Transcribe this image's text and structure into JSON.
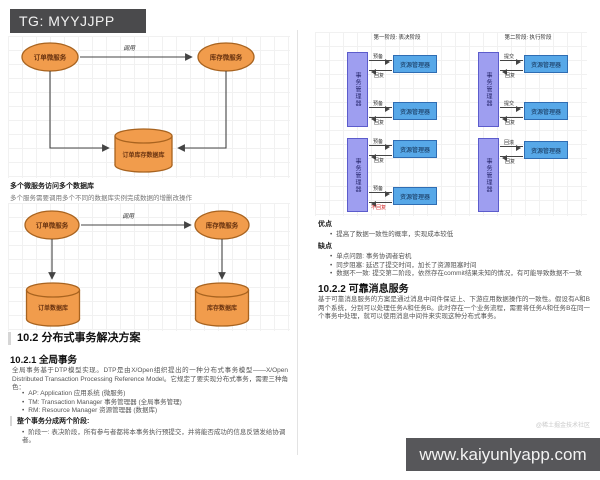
{
  "banners": {
    "top": "TG: MYYJJPP",
    "bottom": "www.kaiyunlyapp.com",
    "community_watermark": "@稀土掘金技术社区"
  },
  "colors": {
    "node_orange": "#f19c4c",
    "node_orange_border": "#a8631f",
    "tm_purple": "#9e9ef0",
    "tm_purple_border": "#5c5ccc",
    "rm_blue": "#57a8e8",
    "rm_blue_border": "#2f6db3",
    "error_red": "#d22222",
    "banner_bg": "#4a4a4c"
  },
  "left_page": {
    "diagram_shared_db": {
      "service_a": "订单微服务",
      "service_b": "库存微服务",
      "call_label": "调用",
      "database": "订单库存数据库"
    },
    "multi_db_heading": "多个微服务访问多个数据库",
    "multi_db_text": "多个服务需要调用多个不同的数据库实例完成数据的增删改操作",
    "diagram_multi_db": {
      "service_a": "订单微服务",
      "service_b": "库存微服务",
      "call_label": "调用",
      "database_a": "订单数据库",
      "database_b": "库存数据库"
    },
    "section_title": "10.2 分布式事务解决方案",
    "global_tx": {
      "title": "10.2.1 全局事务",
      "intro": "全局事务基于DTP模型实现。DTP是由X/Open组织提出的一种分布式事务模型——X/Open Distributed Transaction Processing Reference Model。它规定了要实现分布式事务，需要三种角色：",
      "roles": [
        "AP: Application 应用系统 (微服务)",
        "TM: Transaction Manager 事务管理器 (全局事务管理)",
        "RM: Resource Manager 资源管理器 (数据库)"
      ],
      "phases_heading": "整个事务分成两个阶段:",
      "phase_items": [
        "阶段一: 表决阶段，所有参与者都将本事务执行预提交，并将能否成功的信息反馈发给协调者。"
      ]
    }
  },
  "right_page": {
    "phase1_title": "第一阶段: 表决阶段",
    "phase2_title": "第二阶段: 执行阶段",
    "tm_label": "事务管理器",
    "rm_label": "资源管理器",
    "arrow_labels": {
      "prepare": "预备",
      "reply": "回复",
      "commit": "提交",
      "rollback": "回滚",
      "no_reply": "不回复"
    },
    "pros_heading": "优点",
    "pros": [
      "提高了数据一致性的概率，实现成本较低"
    ],
    "cons_heading": "缺点",
    "cons": [
      "单点问题: 事务协调者宕机",
      "同步阻塞: 延迟了提交时间，加长了资源阻塞时间",
      "数据不一致: 提交第二阶段，依然存在commit结果未知的情况，有可能导致数据不一致"
    ],
    "reliable_msg": {
      "title": "10.2.2 可靠消息服务",
      "body": "基于可靠消息服务的方案是通过消息中间件保证上、下游应用数据操作的一致性。假设有A和B两个系统，分别可以处理任务A和任务B。此时存在一个业务流程，需要将任务A和任务B在同一个事务中处理，就可以使用消息中间件来实现这种分布式事务。"
    }
  }
}
